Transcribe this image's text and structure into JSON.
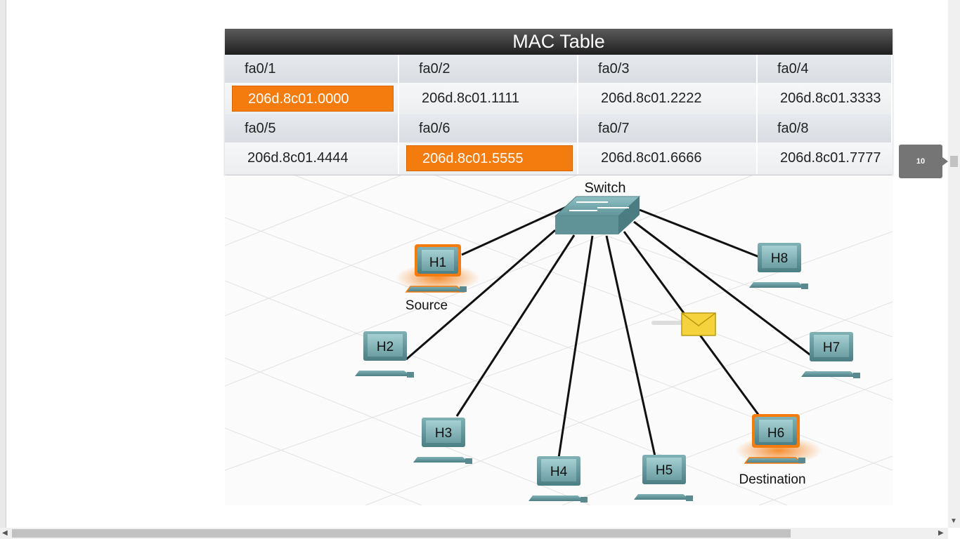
{
  "mac_table": {
    "title": "MAC Table",
    "rows": [
      {
        "ports": [
          "fa0/1",
          "fa0/2",
          "fa0/3",
          "fa0/4"
        ],
        "macs": [
          "206d.8c01.0000",
          "206d.8c01.1111",
          "206d.8c01.2222",
          "206d.8c01.3333"
        ]
      },
      {
        "ports": [
          "fa0/5",
          "fa0/6",
          "fa0/7",
          "fa0/8"
        ],
        "macs": [
          "206d.8c01.4444",
          "206d.8c01.5555",
          "206d.8c01.6666",
          "206d.8c01.7777"
        ]
      }
    ],
    "highlight_color": "#f47b0e"
  },
  "diagram": {
    "switch_label": "Switch",
    "hosts": [
      "H1",
      "H2",
      "H3",
      "H4",
      "H5",
      "H6",
      "H7",
      "H8"
    ],
    "source_label": "Source",
    "destination_label": "Destination",
    "host_color": "#6fa3a8"
  },
  "slide_nav": {
    "page": "10"
  }
}
